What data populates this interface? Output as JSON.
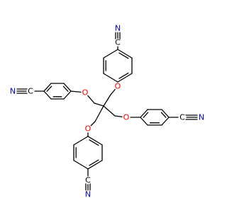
{
  "molecule": {
    "atoms": [
      {
        "id": "n_top",
        "element": "N"
      },
      {
        "id": "o_top",
        "element": "O"
      },
      {
        "id": "n_left",
        "element": "N"
      },
      {
        "id": "o_left",
        "element": "O"
      },
      {
        "id": "o_right",
        "element": "O"
      },
      {
        "id": "n_right",
        "element": "N"
      },
      {
        "id": "o_bottom",
        "element": "O"
      },
      {
        "id": "n_bottom",
        "element": "N"
      }
    ],
    "colors": {
      "N": "#0000ff",
      "O": "#ff0000",
      "C": "#000000"
    }
  }
}
